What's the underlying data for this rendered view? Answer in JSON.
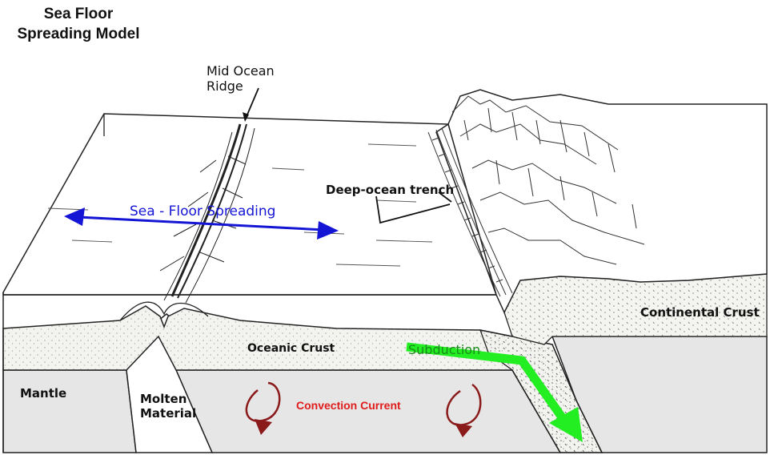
{
  "title": {
    "line1": "Sea Floor",
    "line2": "Spreading Model"
  },
  "labels": {
    "ridge_line1": "Mid Ocean",
    "ridge_line2": "Ridge",
    "trench": "Deep-ocean trench",
    "spreading": "Sea - Floor Spreading",
    "continental_crust": "Continental Crust",
    "oceanic_crust": "Oceanic Crust",
    "subduction": "Subduction",
    "mantle": "Mantle",
    "molten_line1": "Molten",
    "molten_line2": "Material",
    "convection": "Convection Current"
  },
  "colors": {
    "spreading_arrow": "#1515d6",
    "subduction_arrow": "#22ee22",
    "convection_arrow": "#8b1a1a",
    "convection_text": "#e01b1b",
    "mantle_fill": "#e5e5e5",
    "crust_fill": "#f2f2ee"
  }
}
